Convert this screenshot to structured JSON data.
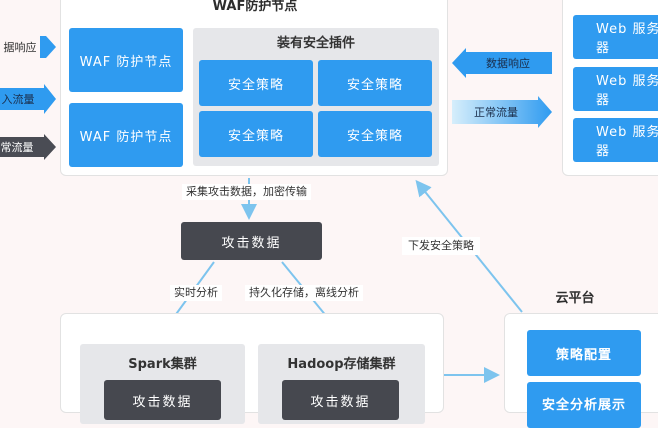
{
  "waf": {
    "title": "WAF防护节点",
    "node1": "WAF 防护节点",
    "node2": "WAF 防护节点",
    "plugin_title": "装有安全插件",
    "policies": [
      "安全策略",
      "安全策略",
      "安全策略",
      "安全策略"
    ]
  },
  "left_arrows": {
    "response": "据响应",
    "input": "入流量",
    "abnormal": "常流量"
  },
  "right_arrows": {
    "response": "数据响应",
    "normal": "正常流量"
  },
  "web_servers": [
    "Web 服务器",
    "Web 服务器",
    "Web 服务器"
  ],
  "edges": {
    "collect": "采集攻击数据，加密传输",
    "realtime": "实时分析",
    "persist": "持久化存储，离线分析",
    "dispatch": "下发安全策略"
  },
  "attack_data": "攻击数据",
  "clusters": {
    "spark": {
      "title": "Spark集群",
      "item": "攻击数据"
    },
    "hadoop": {
      "title": "Hadoop存储集群",
      "item": "攻击数据"
    }
  },
  "cloud": {
    "title": "云平台",
    "items": [
      "策略配置",
      "安全分析展示"
    ]
  },
  "colors": {
    "blue": "#2f9bf0",
    "dark": "#46484f",
    "connector": "#7dc4ee",
    "background": "#fdf6f6"
  }
}
